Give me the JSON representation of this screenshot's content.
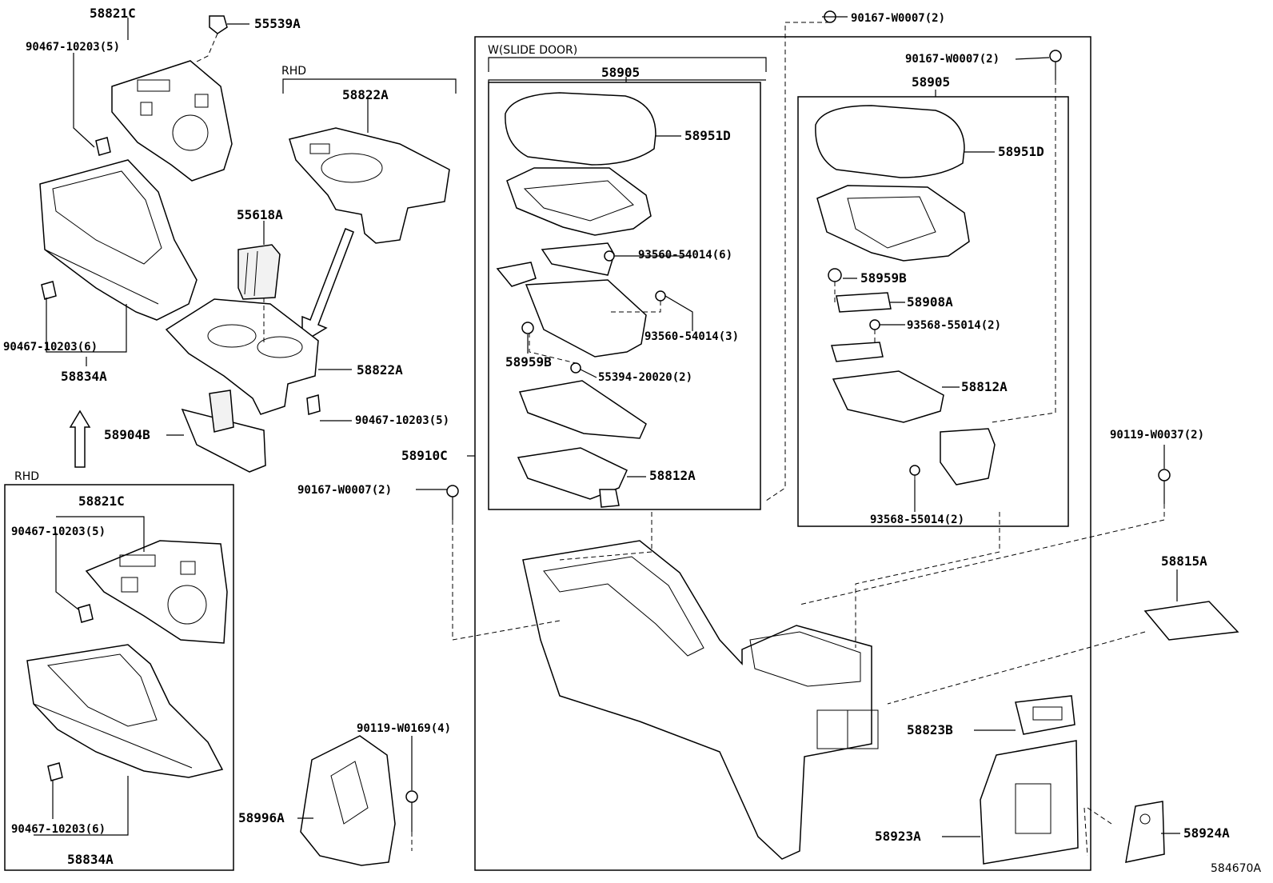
{
  "diagram": {
    "headers": {
      "rhd_top": "RHD",
      "rhd_bottom": "RHD",
      "slide_door": "W(SLIDE DOOR)",
      "assy_left": "58905",
      "assy_right": "58905"
    },
    "parts": {
      "p58821c_top": "58821C",
      "p55539a": "55539A",
      "p90467_5_top": "90467-10203(5)",
      "p58822a_top": "58822A",
      "p55618a": "55618A",
      "p90467_6_mid": "90467-10203(6)",
      "p58834a_mid": "58834A",
      "p58822a_mid": "58822A",
      "p90467_5_mid": "90467-10203(5)",
      "p58904b": "58904B",
      "p58821c_bot": "58821C",
      "p90467_5_bot": "90467-10203(5)",
      "p90467_6_bot": "90467-10203(6)",
      "p58834a_bot": "58834A",
      "p58951d_l": "58951D",
      "p93560_6": "93560-54014(6)",
      "p93560_3": "93560-54014(3)",
      "p58959b_l": "58959B",
      "p55394": "55394-20020(2)",
      "p58812a_l": "58812A",
      "p58910c": "58910C",
      "p90167_top": "90167-W0007(2)",
      "p90167_right": "90167-W0007(2)",
      "p90167_left": "90167-W0007(2)",
      "p58951d_r": "58951D",
      "p58959b_r": "58959B",
      "p58908a": "58908A",
      "p93568_top": "93568-55014(2)",
      "p58812a_r": "58812A",
      "p93568_bot": "93568-55014(2)",
      "p90119_w0037": "90119-W0037(2)",
      "p58815a": "58815A",
      "p90119_w0169": "90119-W0169(4)",
      "p58996a": "58996A",
      "p58823b": "58823B",
      "p58923a": "58923A",
      "p58924a": "58924A"
    },
    "figure_id": "584670A"
  }
}
